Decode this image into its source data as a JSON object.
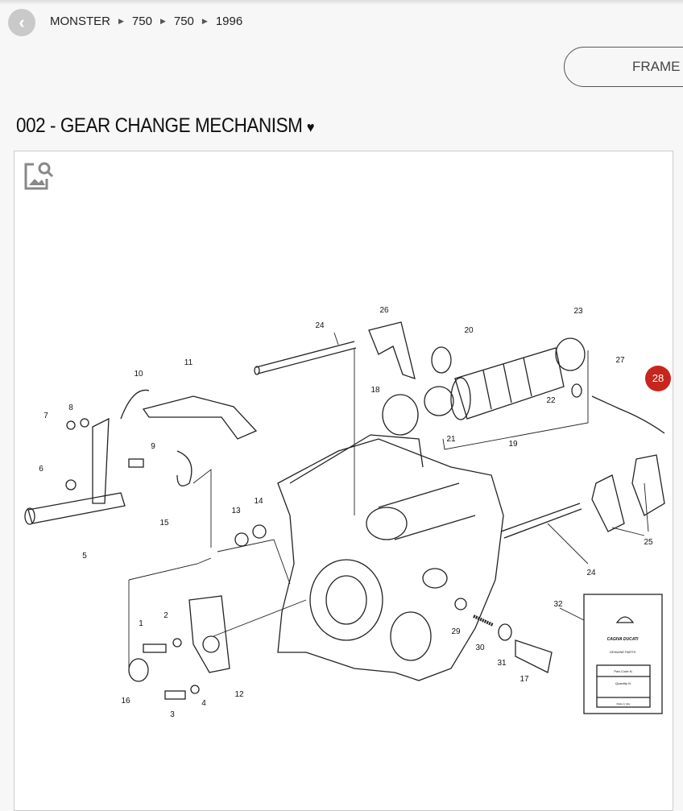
{
  "breadcrumb": [
    "MONSTER",
    "750",
    "750",
    "1996"
  ],
  "frame_button": "FRAME",
  "page_title": "002 - GEAR CHANGE MECHANISM",
  "selected_callout": "28",
  "accent_color": "#c8251d",
  "callouts": [
    "1",
    "2",
    "3",
    "4",
    "5",
    "6",
    "7",
    "8",
    "9",
    "10",
    "11",
    "12",
    "13",
    "14",
    "15",
    "16",
    "17",
    "18",
    "19",
    "20",
    "21",
    "22",
    "23",
    "24",
    "24",
    "25",
    "26",
    "27",
    "28",
    "29",
    "30",
    "31",
    "32"
  ],
  "label_card": {
    "brand": "CAGIVA DUCATI",
    "subtitle": "GENUINE PARTS",
    "field1": "Part-Code N.",
    "field2": "Quantity N.",
    "footer": "Made in Italy"
  }
}
